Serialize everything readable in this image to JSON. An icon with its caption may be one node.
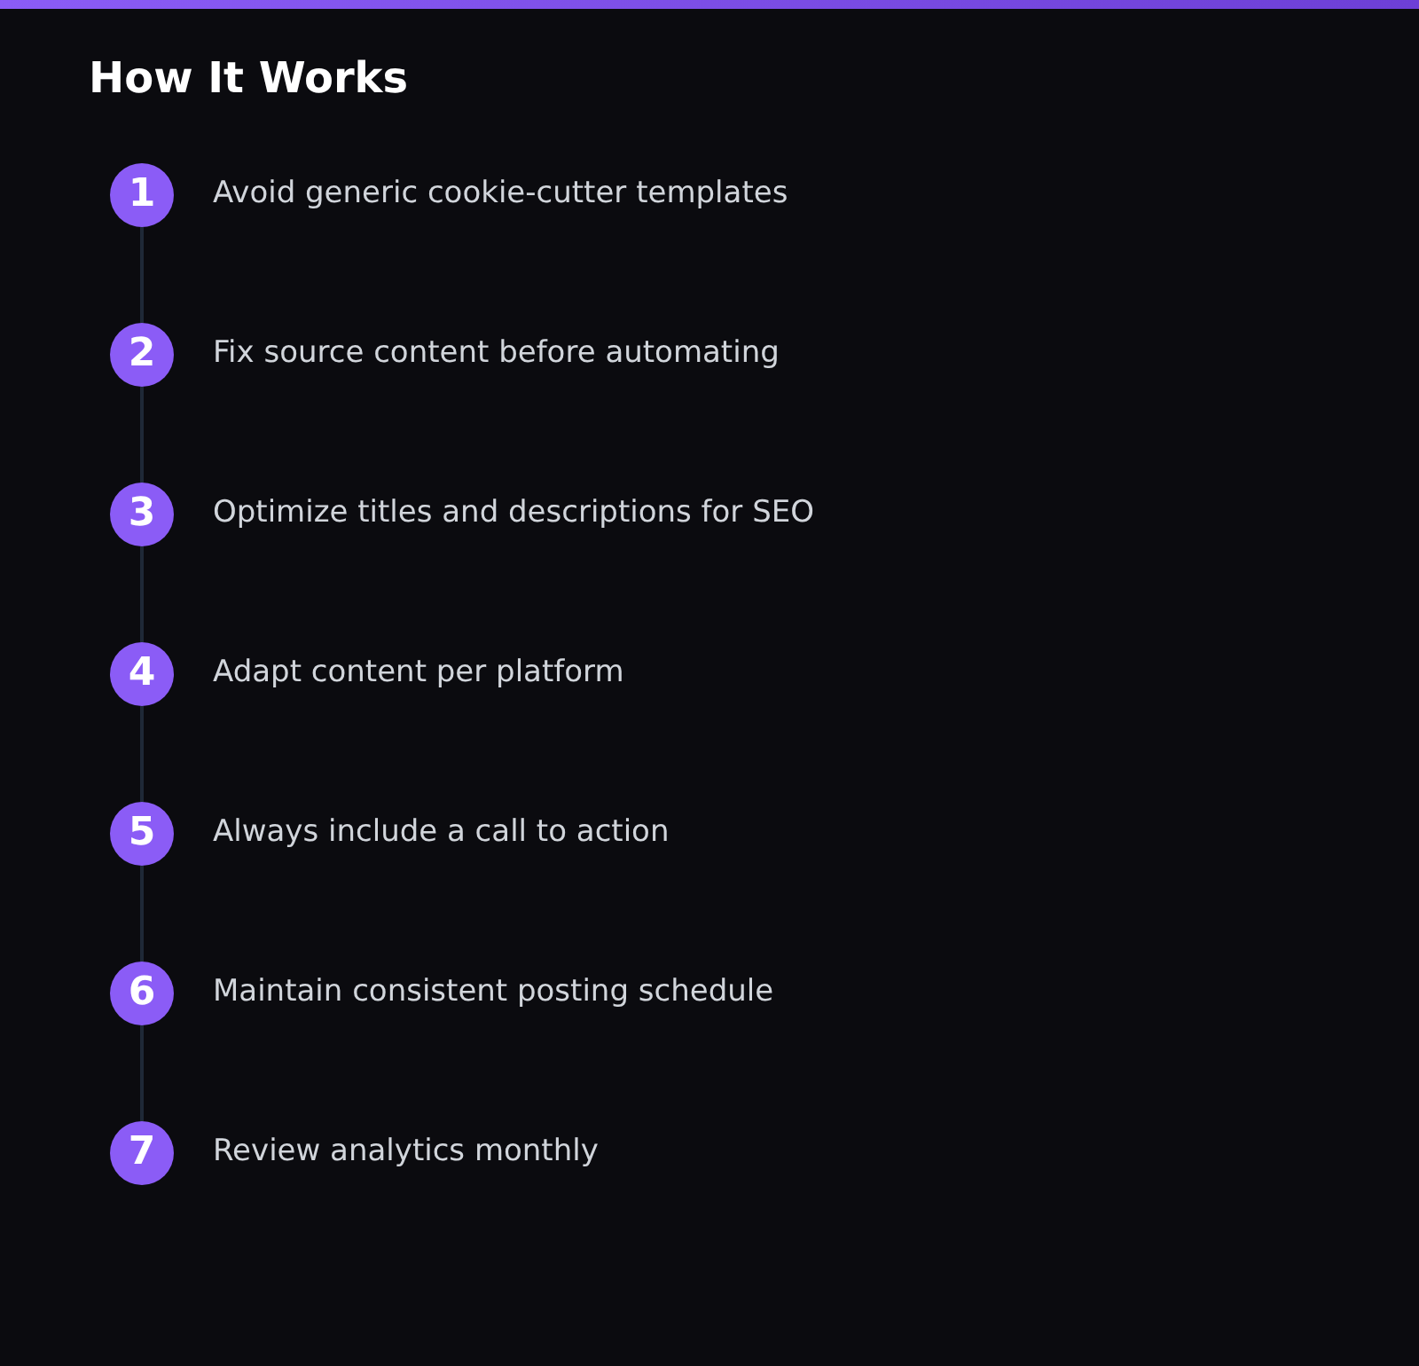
{
  "diagram": {
    "title": "How It Works",
    "nodes": [
      {
        "text": [
          "1"
        ],
        "beside": [
          "Avoid generic cookie-cutter templates"
        ]
      },
      {
        "text": [
          "2"
        ],
        "beside": [
          "Fix source content before automating"
        ]
      },
      {
        "text": [
          "3"
        ],
        "beside": [
          "Optimize titles and descriptions for SEO"
        ]
      },
      {
        "text": [
          "4"
        ],
        "beside": [
          "Adapt content per platform"
        ]
      },
      {
        "text": [
          "5"
        ],
        "beside": [
          "Always include a call to action"
        ]
      },
      {
        "text": [
          "6"
        ],
        "beside": [
          "Maintain consistent posting schedule"
        ]
      },
      {
        "text": [
          "7"
        ],
        "beside": [
          "Review analytics monthly"
        ]
      }
    ],
    "edges": [
      {
        "from": 0,
        "to": 1,
        "arrow": "none"
      },
      {
        "from": 1,
        "to": 2,
        "arrow": "none"
      },
      {
        "from": 2,
        "to": 3,
        "arrow": "none"
      },
      {
        "from": 3,
        "to": 4,
        "arrow": "none"
      },
      {
        "from": 4,
        "to": 5,
        "arrow": "none"
      },
      {
        "from": 5,
        "to": 6,
        "arrow": "none"
      }
    ]
  }
}
